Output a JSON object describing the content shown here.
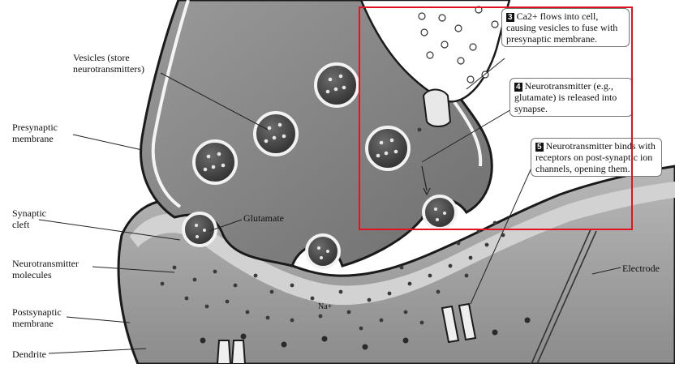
{
  "labels": {
    "vesicles": "Vesicles (store\nneurotransmitters)",
    "presynaptic": "Presynaptic\nmembrane",
    "synaptic_cleft": "Synaptic\ncleft",
    "nt_molecules": "Neurotransmitter\nmolecules",
    "postsynaptic": "Postsynaptic\nmembrane",
    "dendrite": "Dendrite",
    "glutamate": "Glutamate",
    "electrode": "Electrode",
    "sodium": "Na+"
  },
  "callouts": [
    {
      "num": "3",
      "text": "Ca2+ flows into cell, causing vesicles to fuse with presynaptic membrane."
    },
    {
      "num": "4",
      "text": "Neurotransmitter (e.g., glutamate) is released into synapse."
    },
    {
      "num": "5",
      "text": "Neurotransmitter binds with receptors on post-synaptic ion channels, opening them."
    }
  ],
  "colors": {
    "highlight": "#e0141e",
    "terminal": "#8a8a8a",
    "cleft": "#d2d2d2",
    "dendrite": "#a9a9a9"
  }
}
